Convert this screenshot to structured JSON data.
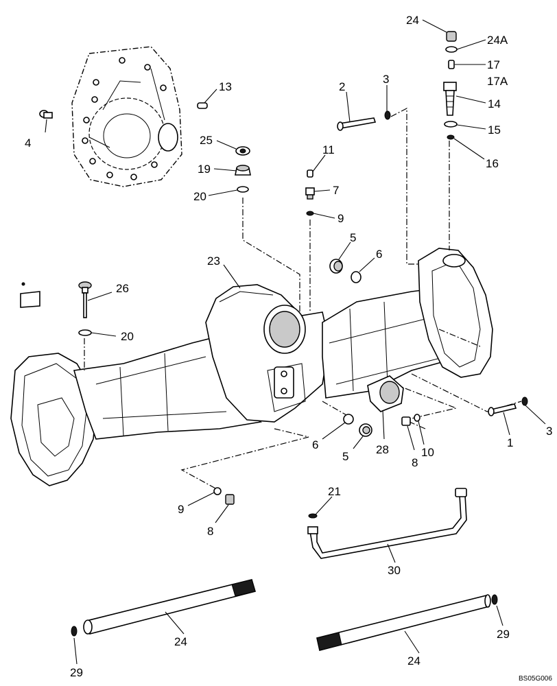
{
  "diagram": {
    "drawing_code": "BS05G006",
    "callouts": {
      "c1": "1",
      "c2": "2",
      "c3a": "3",
      "c3b": "3",
      "c4": "4",
      "c5a": "5",
      "c5b": "5",
      "c6a": "6",
      "c6b": "6",
      "c7": "7",
      "c8a": "8",
      "c8b": "8",
      "c9a": "9",
      "c9b": "9",
      "c10": "10",
      "c11": "11",
      "c13": "13",
      "c14": "14",
      "c15": "15",
      "c16": "16",
      "c17": "17",
      "c17a": "17A",
      "c19": "19",
      "c20a": "20",
      "c20b": "20",
      "c21": "21",
      "c23": "23",
      "c24a": "24",
      "c24b": "24",
      "c24c": "24",
      "c24a_top": "24A",
      "c25": "25",
      "c26": "26",
      "c28": "28",
      "c29a": "29",
      "c29b": "29",
      "c30": "30"
    }
  }
}
